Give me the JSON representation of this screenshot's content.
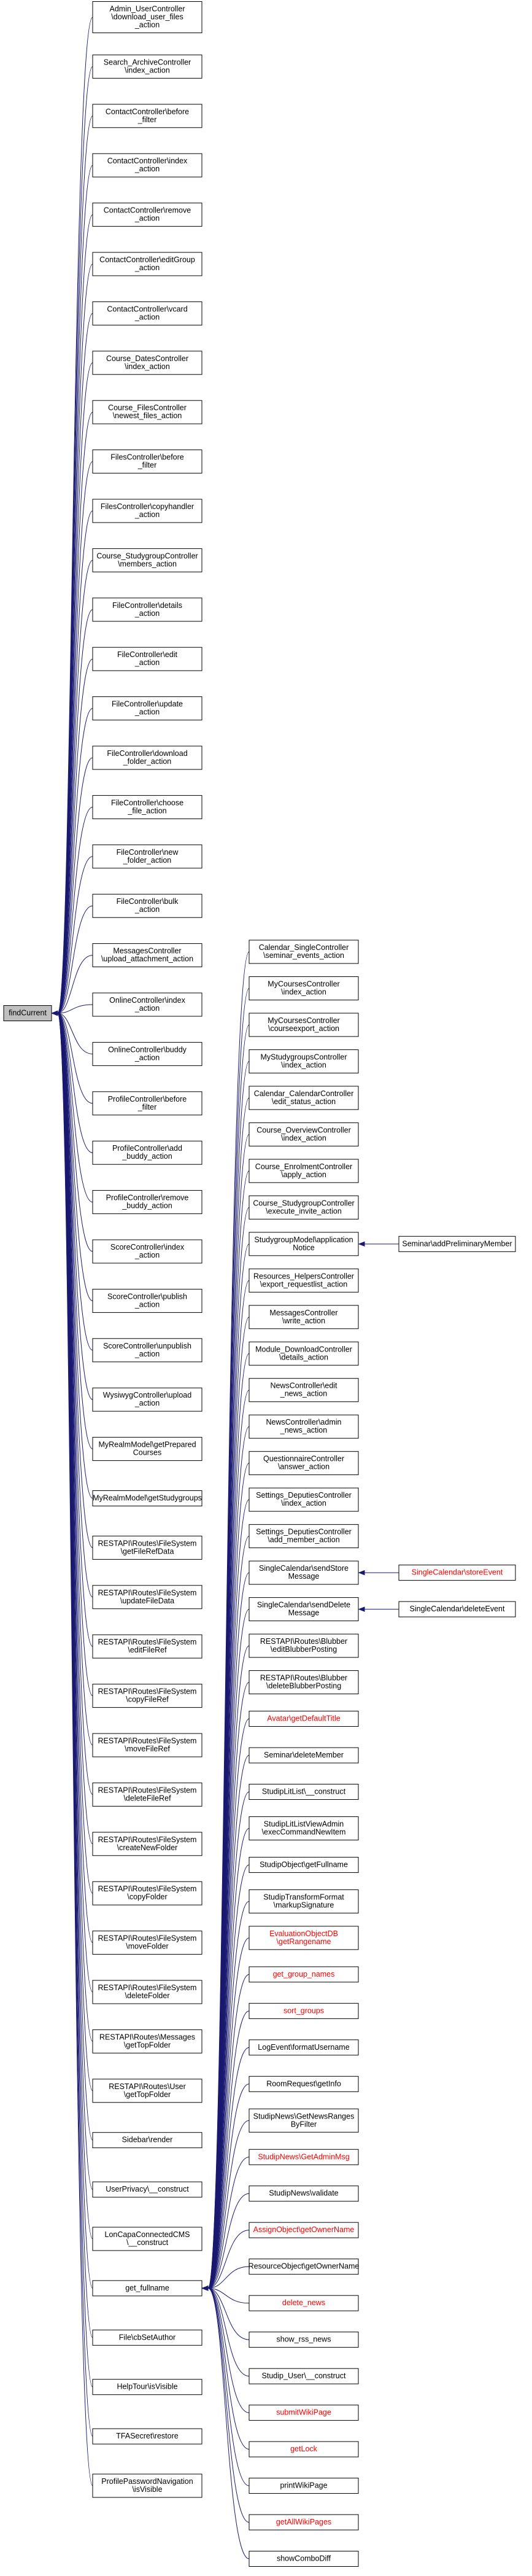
{
  "colors": {
    "edge": "#191970",
    "node_border": "#000000",
    "focus_fill": "#bfbfbf",
    "red_text": "#ff0000",
    "background": "#ffffff"
  },
  "root": {
    "id": "root",
    "label": [
      "findCurrent"
    ],
    "style": "focus"
  },
  "column1": [
    {
      "id": "c1_0",
      "label": [
        "Admin_UserController",
        "\\download_user_files",
        "_action"
      ]
    },
    {
      "id": "c1_1",
      "label": [
        "Search_ArchiveController",
        "\\index_action"
      ]
    },
    {
      "id": "c1_2",
      "label": [
        "ContactController\\before",
        "_filter"
      ]
    },
    {
      "id": "c1_3",
      "label": [
        "ContactController\\index",
        "_action"
      ]
    },
    {
      "id": "c1_4",
      "label": [
        "ContactController\\remove",
        "_action"
      ]
    },
    {
      "id": "c1_5",
      "label": [
        "ContactController\\editGroup",
        "_action"
      ]
    },
    {
      "id": "c1_6",
      "label": [
        "ContactController\\vcard",
        "_action"
      ]
    },
    {
      "id": "c1_7",
      "label": [
        "Course_DatesController",
        "\\index_action"
      ]
    },
    {
      "id": "c1_8",
      "label": [
        "Course_FilesController",
        "\\newest_files_action"
      ]
    },
    {
      "id": "c1_9",
      "label": [
        "FilesController\\before",
        "_filter"
      ]
    },
    {
      "id": "c1_10",
      "label": [
        "FilesController\\copyhandler",
        "_action"
      ]
    },
    {
      "id": "c1_11",
      "label": [
        "Course_StudygroupController",
        "\\members_action"
      ]
    },
    {
      "id": "c1_12",
      "label": [
        "FileController\\details",
        "_action"
      ]
    },
    {
      "id": "c1_13",
      "label": [
        "FileController\\edit",
        "_action"
      ]
    },
    {
      "id": "c1_14",
      "label": [
        "FileController\\update",
        "_action"
      ]
    },
    {
      "id": "c1_15",
      "label": [
        "FileController\\download",
        "_folder_action"
      ]
    },
    {
      "id": "c1_16",
      "label": [
        "FileController\\choose",
        "_file_action"
      ]
    },
    {
      "id": "c1_17",
      "label": [
        "FileController\\new",
        "_folder_action"
      ]
    },
    {
      "id": "c1_18",
      "label": [
        "FileController\\bulk",
        "_action"
      ]
    },
    {
      "id": "c1_19",
      "label": [
        "MessagesController",
        "\\upload_attachment_action"
      ]
    },
    {
      "id": "c1_20",
      "label": [
        "OnlineController\\index",
        "_action"
      ]
    },
    {
      "id": "c1_21",
      "label": [
        "OnlineController\\buddy",
        "_action"
      ]
    },
    {
      "id": "c1_22",
      "label": [
        "ProfileController\\before",
        "_filter"
      ]
    },
    {
      "id": "c1_23",
      "label": [
        "ProfileController\\add",
        "_buddy_action"
      ]
    },
    {
      "id": "c1_24",
      "label": [
        "ProfileController\\remove",
        "_buddy_action"
      ]
    },
    {
      "id": "c1_25",
      "label": [
        "ScoreController\\index",
        "_action"
      ]
    },
    {
      "id": "c1_26",
      "label": [
        "ScoreController\\publish",
        "_action"
      ]
    },
    {
      "id": "c1_27",
      "label": [
        "ScoreController\\unpublish",
        "_action"
      ]
    },
    {
      "id": "c1_28",
      "label": [
        "WysiwygController\\upload",
        "_action"
      ]
    },
    {
      "id": "c1_29",
      "label": [
        "MyRealmModel\\getPrepared",
        "Courses"
      ]
    },
    {
      "id": "c1_30",
      "label": [
        "MyRealmModel\\getStudygroups"
      ]
    },
    {
      "id": "c1_31",
      "label": [
        "RESTAPI\\Routes\\FileSystem",
        "\\getFileRefData"
      ]
    },
    {
      "id": "c1_32",
      "label": [
        "RESTAPI\\Routes\\FileSystem",
        "\\updateFileData"
      ]
    },
    {
      "id": "c1_33",
      "label": [
        "RESTAPI\\Routes\\FileSystem",
        "\\editFileRef"
      ]
    },
    {
      "id": "c1_34",
      "label": [
        "RESTAPI\\Routes\\FileSystem",
        "\\copyFileRef"
      ]
    },
    {
      "id": "c1_35",
      "label": [
        "RESTAPI\\Routes\\FileSystem",
        "\\moveFileRef"
      ]
    },
    {
      "id": "c1_36",
      "label": [
        "RESTAPI\\Routes\\FileSystem",
        "\\deleteFileRef"
      ]
    },
    {
      "id": "c1_37",
      "label": [
        "RESTAPI\\Routes\\FileSystem",
        "\\createNewFolder"
      ]
    },
    {
      "id": "c1_38",
      "label": [
        "RESTAPI\\Routes\\FileSystem",
        "\\copyFolder"
      ]
    },
    {
      "id": "c1_39",
      "label": [
        "RESTAPI\\Routes\\FileSystem",
        "\\moveFolder"
      ]
    },
    {
      "id": "c1_40",
      "label": [
        "RESTAPI\\Routes\\FileSystem",
        "\\deleteFolder"
      ]
    },
    {
      "id": "c1_41",
      "label": [
        "RESTAPI\\Routes\\Messages",
        "\\getTopFolder"
      ]
    },
    {
      "id": "c1_42",
      "label": [
        "RESTAPI\\Routes\\User",
        "\\getTopFolder"
      ]
    },
    {
      "id": "c1_43",
      "label": [
        "Sidebar\\render"
      ]
    },
    {
      "id": "c1_44",
      "label": [
        "UserPrivacy\\__construct"
      ]
    },
    {
      "id": "c1_45",
      "label": [
        "LonCapaConnectedCMS",
        "\\__construct"
      ]
    },
    {
      "id": "c1_46",
      "label": [
        "get_fullname"
      ]
    },
    {
      "id": "c1_47",
      "label": [
        "File\\cbSetAuthor"
      ]
    },
    {
      "id": "c1_48",
      "label": [
        "HelpTour\\isVisible"
      ]
    },
    {
      "id": "c1_49",
      "label": [
        "TFASecret\\restore"
      ]
    },
    {
      "id": "c1_50",
      "label": [
        "ProfilePasswordNavigation",
        "\\isVisible"
      ]
    }
  ],
  "column2": [
    {
      "id": "c2_0",
      "label": [
        "Calendar_SingleController",
        "\\seminar_events_action"
      ]
    },
    {
      "id": "c2_1",
      "label": [
        "MyCoursesController",
        "\\index_action"
      ]
    },
    {
      "id": "c2_2",
      "label": [
        "MyCoursesController",
        "\\courseexport_action"
      ]
    },
    {
      "id": "c2_3",
      "label": [
        "MyStudygroupsController",
        "\\index_action"
      ]
    },
    {
      "id": "c2_4",
      "label": [
        "Calendar_CalendarController",
        "\\edit_status_action"
      ]
    },
    {
      "id": "c2_5",
      "label": [
        "Course_OverviewController",
        "\\index_action"
      ]
    },
    {
      "id": "c2_6",
      "label": [
        "Course_EnrolmentController",
        "\\apply_action"
      ]
    },
    {
      "id": "c2_7",
      "label": [
        "Course_StudygroupController",
        "\\execute_invite_action"
      ]
    },
    {
      "id": "c2_8",
      "label": [
        "StudygroupModel\\application",
        "Notice"
      ]
    },
    {
      "id": "c2_9",
      "label": [
        "Resources_HelpersController",
        "\\export_requestlist_action"
      ]
    },
    {
      "id": "c2_10",
      "label": [
        "MessagesController",
        "\\write_action"
      ]
    },
    {
      "id": "c2_11",
      "label": [
        "Module_DownloadController",
        "\\details_action"
      ]
    },
    {
      "id": "c2_12",
      "label": [
        "NewsController\\edit",
        "_news_action"
      ]
    },
    {
      "id": "c2_13",
      "label": [
        "NewsController\\admin",
        "_news_action"
      ]
    },
    {
      "id": "c2_14",
      "label": [
        "QuestionnaireController",
        "\\answer_action"
      ]
    },
    {
      "id": "c2_15",
      "label": [
        "Settings_DeputiesController",
        "\\index_action"
      ]
    },
    {
      "id": "c2_16",
      "label": [
        "Settings_DeputiesController",
        "\\add_member_action"
      ]
    },
    {
      "id": "c2_17",
      "label": [
        "SingleCalendar\\sendStore",
        "Message"
      ]
    },
    {
      "id": "c2_18",
      "label": [
        "SingleCalendar\\sendDelete",
        "Message"
      ]
    },
    {
      "id": "c2_19",
      "label": [
        "RESTAPI\\Routes\\Blubber",
        "\\editBlubberPosting"
      ]
    },
    {
      "id": "c2_20",
      "label": [
        "RESTAPI\\Routes\\Blubber",
        "\\deleteBlubberPosting"
      ]
    },
    {
      "id": "c2_21",
      "label": [
        "Avatar\\getDefaultTitle"
      ],
      "style": "red"
    },
    {
      "id": "c2_22",
      "label": [
        "Seminar\\deleteMember"
      ]
    },
    {
      "id": "c2_23",
      "label": [
        "StudipLitList\\__construct"
      ]
    },
    {
      "id": "c2_24",
      "label": [
        "StudipLitListViewAdmin",
        "\\execCommandNewItem"
      ]
    },
    {
      "id": "c2_25",
      "label": [
        "StudipObject\\getFullname"
      ]
    },
    {
      "id": "c2_26",
      "label": [
        "StudipTransformFormat",
        "\\markupSignature"
      ]
    },
    {
      "id": "c2_27",
      "label": [
        "EvaluationObjectDB",
        "\\getRangename"
      ],
      "style": "red"
    },
    {
      "id": "c2_28",
      "label": [
        "get_group_names"
      ],
      "style": "red"
    },
    {
      "id": "c2_29",
      "label": [
        "sort_groups"
      ],
      "style": "red"
    },
    {
      "id": "c2_30",
      "label": [
        "LogEvent\\formatUsername"
      ]
    },
    {
      "id": "c2_31",
      "label": [
        "RoomRequest\\getInfo"
      ]
    },
    {
      "id": "c2_32",
      "label": [
        "StudipNews\\GetNewsRanges",
        "ByFilter"
      ]
    },
    {
      "id": "c2_33",
      "label": [
        "StudipNews\\GetAdminMsg"
      ],
      "style": "red"
    },
    {
      "id": "c2_34",
      "label": [
        "StudipNews\\validate"
      ]
    },
    {
      "id": "c2_35",
      "label": [
        "AssignObject\\getOwnerName"
      ],
      "style": "red"
    },
    {
      "id": "c2_36",
      "label": [
        "ResourceObject\\getOwnerName"
      ]
    },
    {
      "id": "c2_37",
      "label": [
        "delete_news"
      ],
      "style": "red"
    },
    {
      "id": "c2_38",
      "label": [
        "show_rss_news"
      ]
    },
    {
      "id": "c2_39",
      "label": [
        "Studip_User\\__construct"
      ]
    },
    {
      "id": "c2_40",
      "label": [
        "submitWikiPage"
      ],
      "style": "red"
    },
    {
      "id": "c2_41",
      "label": [
        "getLock"
      ],
      "style": "red"
    },
    {
      "id": "c2_42",
      "label": [
        "printWikiPage"
      ]
    },
    {
      "id": "c2_43",
      "label": [
        "getAllWikiPages"
      ],
      "style": "red"
    },
    {
      "id": "c2_44",
      "label": [
        "showComboDiff"
      ]
    }
  ],
  "column3": [
    {
      "id": "c3_0",
      "label": [
        "Seminar\\addPreliminaryMember"
      ]
    },
    {
      "id": "c3_1",
      "label": [
        "SingleCalendar\\storeEvent"
      ],
      "style": "red"
    },
    {
      "id": "c3_2",
      "label": [
        "SingleCalendar\\deleteEvent"
      ]
    }
  ],
  "edges": [
    [
      "c2_8",
      "c3_0"
    ],
    [
      "c2_17",
      "c3_1"
    ],
    [
      "c2_18",
      "c3_2"
    ]
  ],
  "get_fullname_callers": "column2"
}
